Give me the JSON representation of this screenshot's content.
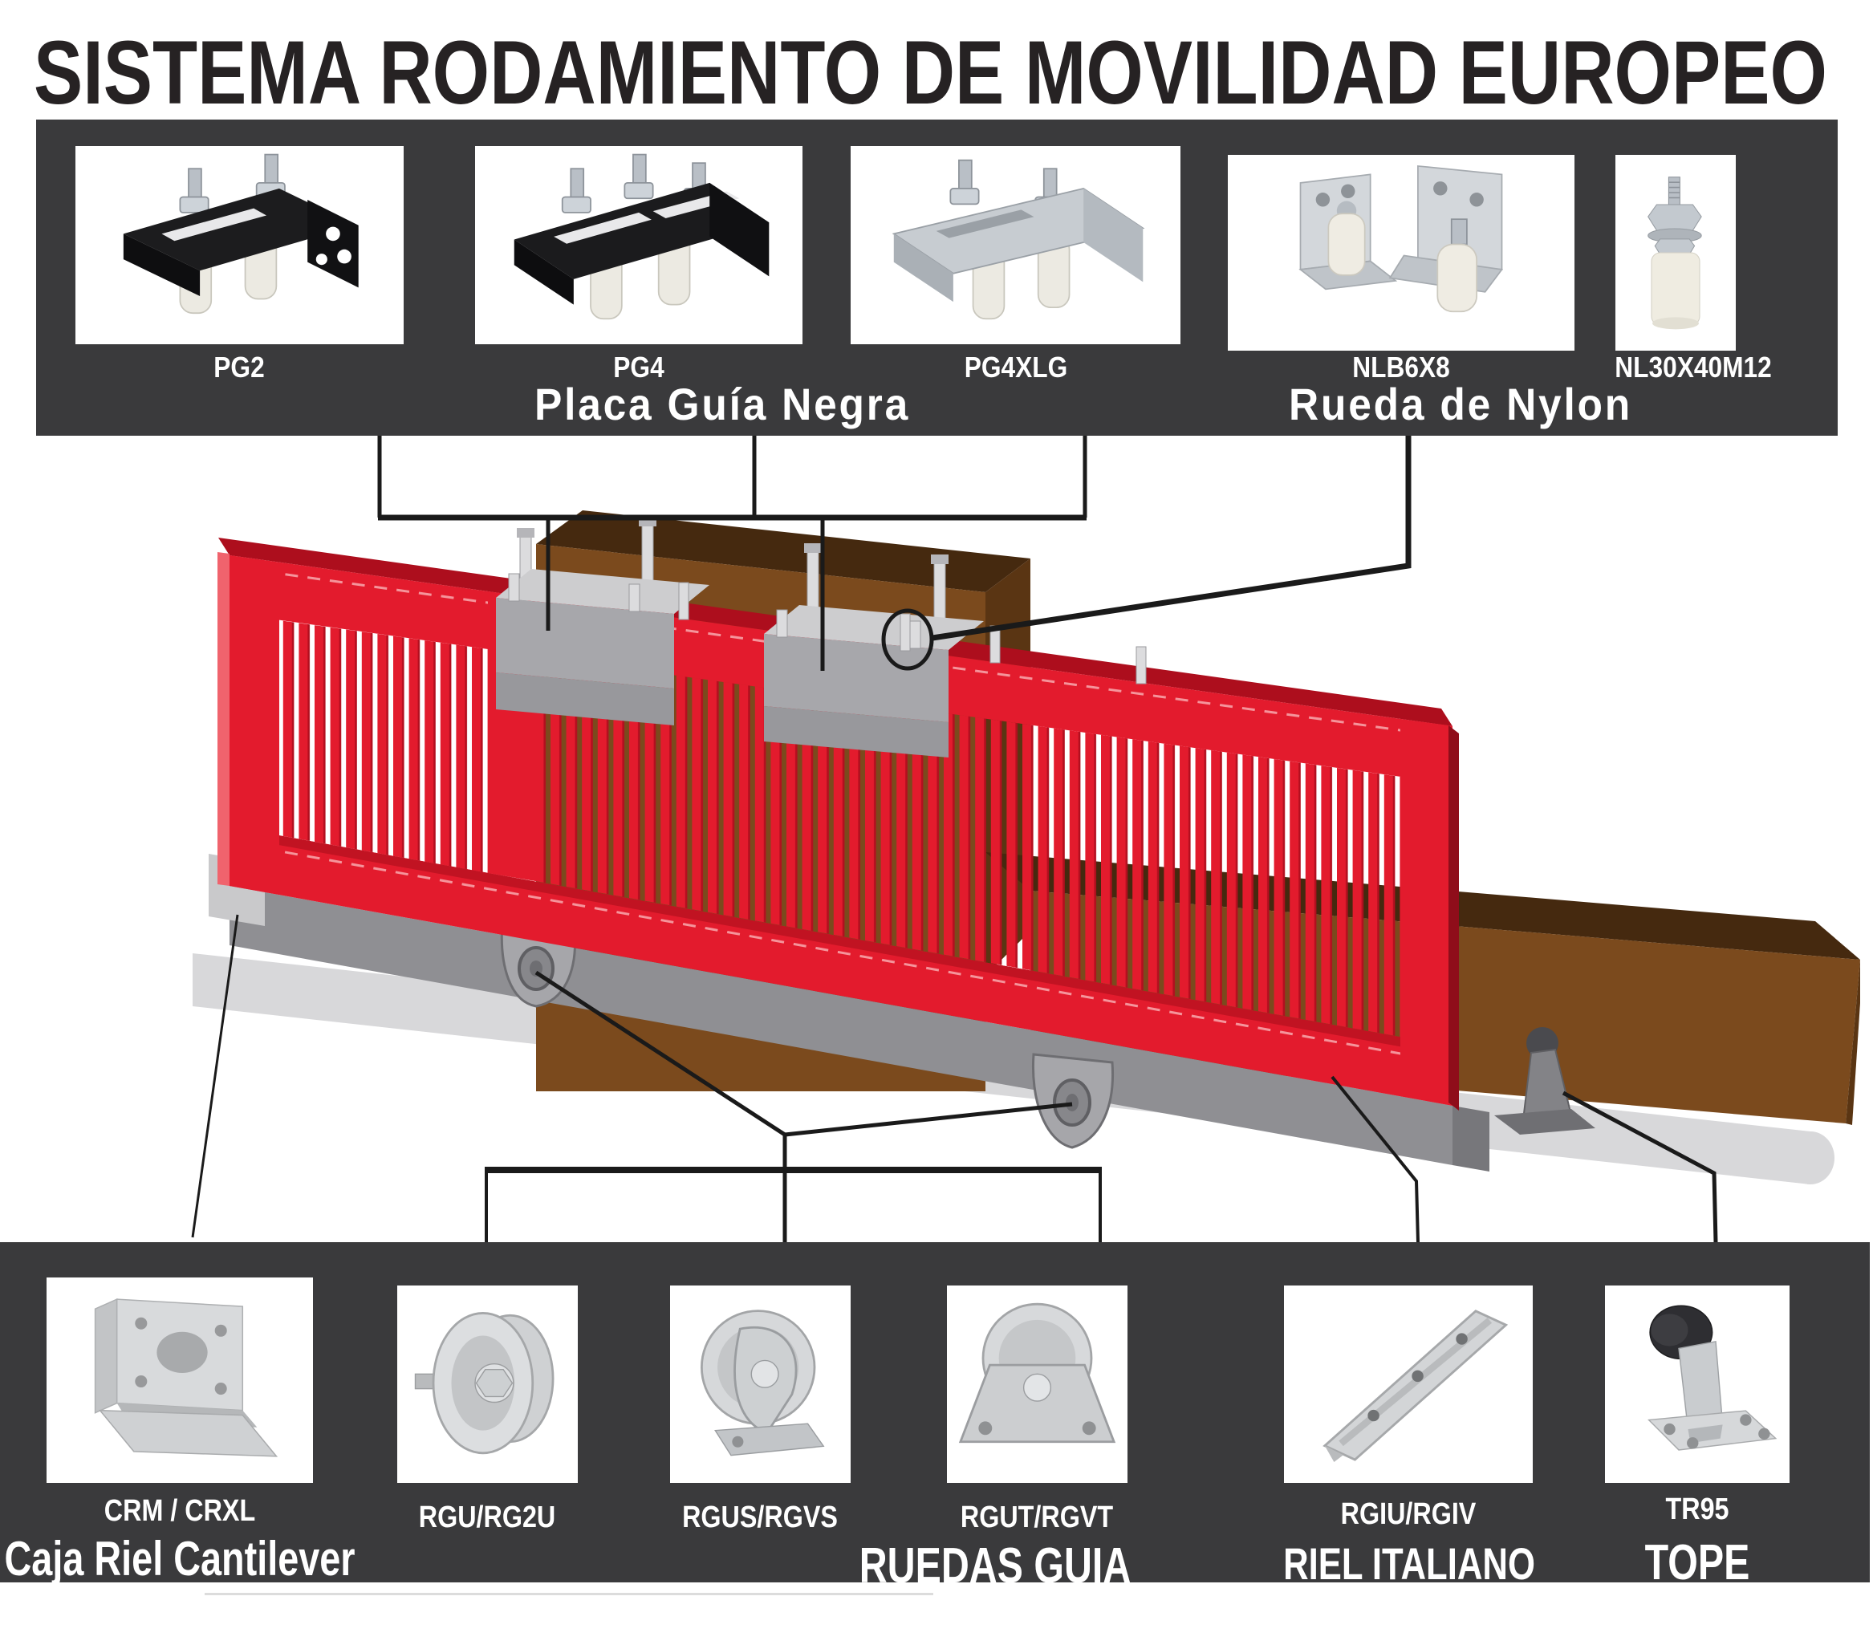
{
  "title": "SISTEMA RODAMIENTO DE MOVILIDAD EUROPEO",
  "colors": {
    "band_background": "#3a3a3c",
    "title_text": "#262223",
    "label_text": "#ffffff",
    "gate_red": "#e31b2d",
    "gate_red_dark": "#b30f1f",
    "wood_brown": "#7b4a1d",
    "wood_brown_dark": "#45290f",
    "metal_gray": "#8f8f93",
    "plate_gray": "#a7a7ab",
    "ground_gray": "#d8d8da",
    "callout_black": "#1a1a1a"
  },
  "top_band": {
    "products": [
      {
        "code": "PG2"
      },
      {
        "code": "PG4"
      },
      {
        "code": "PG4XLG"
      },
      {
        "code": "NLB6X8"
      },
      {
        "code": "NL30X40M12"
      }
    ],
    "group_labels": [
      {
        "label": "Placa Guía Negra"
      },
      {
        "label": "Rueda de Nylon"
      }
    ]
  },
  "bottom_band": {
    "products": [
      {
        "code": "CRM / CRXL",
        "name": "Caja Riel Cantilever"
      },
      {
        "code": "RGU/RG2U"
      },
      {
        "code": "RGUS/RGVS"
      },
      {
        "code": "RGUT/RGVT"
      },
      {
        "code": "RGIU/RGIV",
        "name": "RIEL ITALIANO"
      },
      {
        "code": "TR95",
        "name": "TOPE"
      }
    ],
    "group_label": "RUEDAS GUIA"
  }
}
